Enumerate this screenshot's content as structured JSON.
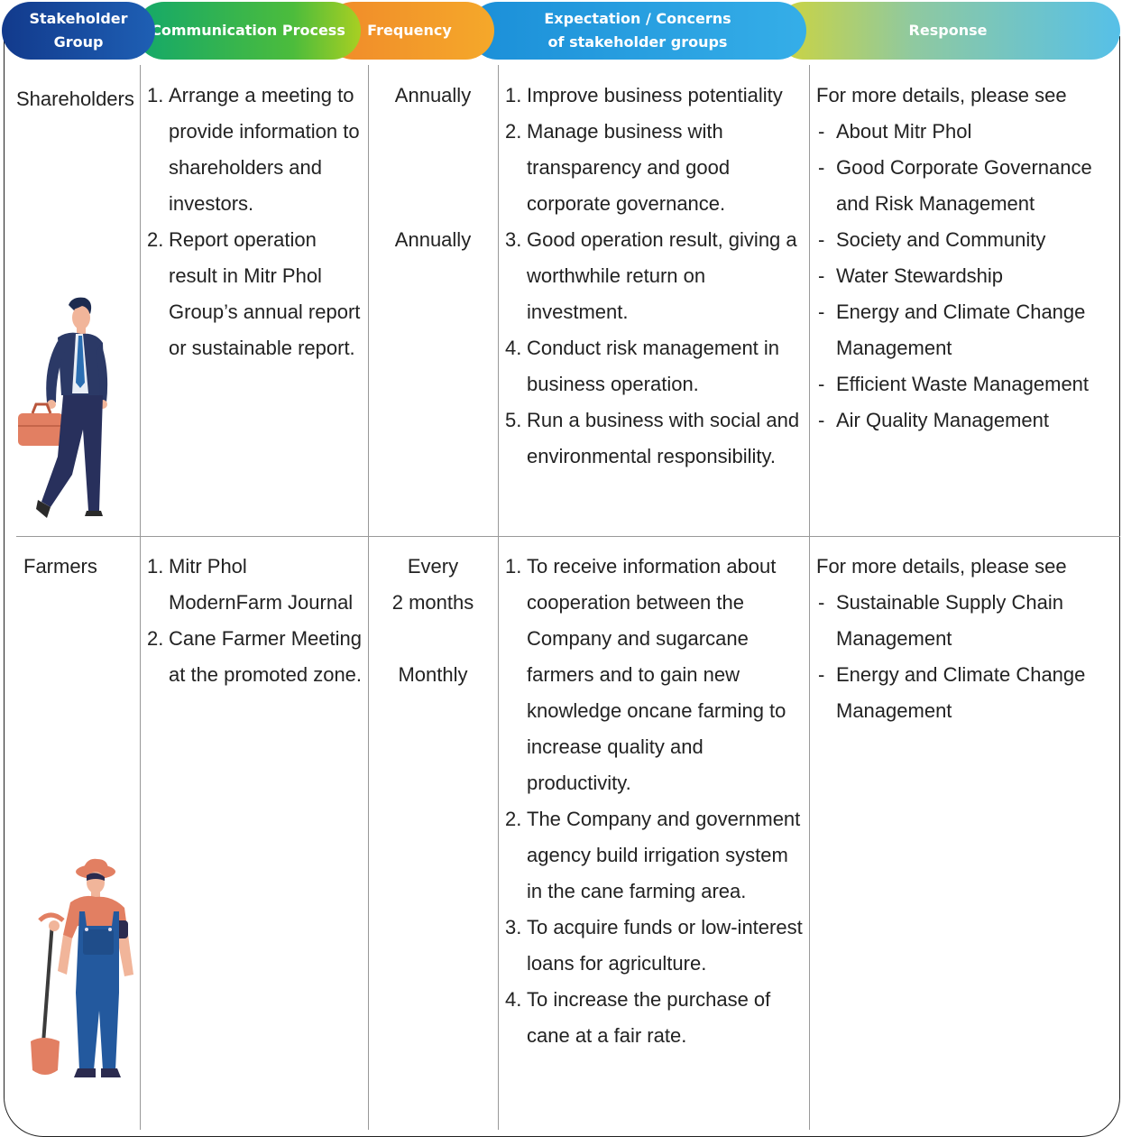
{
  "header": {
    "col1": "Stakeholder Group",
    "col2": "Communication Process",
    "col3": "Frequency",
    "col4": "Expectation / Concerns of stakeholder groups",
    "col5": "Response"
  },
  "rows": [
    {
      "group": "Shareholders",
      "process": [
        {
          "num": "1.",
          "text": "Arrange a meeting to provide information to shareholders and investors."
        },
        {
          "num": "2.",
          "text": "Report operation result in Mitr Phol Group’s annual report or sustainable report."
        }
      ],
      "frequency": [
        "Annually",
        "Annually"
      ],
      "expectations": [
        {
          "num": "1.",
          "text": "Improve business potentiality"
        },
        {
          "num": "2.",
          "text": "Manage business with transparency and good corporate governance."
        },
        {
          "num": "3.",
          "text": "Good operation result, giving a worthwhile return on investment."
        },
        {
          "num": "4.",
          "text": "Conduct risk management in business operation."
        },
        {
          "num": "5.",
          "text": "Run a business with social and environmental responsibility."
        }
      ],
      "response_intro": "For more details, please see",
      "response_items": [
        "About Mitr Phol",
        "Good Corporate Governance and Risk Management",
        "Society and Community",
        "Water Stewardship",
        "Energy and Climate Change Management",
        "Efficient Waste Management",
        "Air Quality Management"
      ]
    },
    {
      "group": "Farmers",
      "process": [
        {
          "num": "1.",
          "text": "Mitr Phol ModernFarm Journal"
        },
        {
          "num": "2.",
          "text": "Cane Farmer Meeting at the promoted zone."
        }
      ],
      "frequency": [
        "Every",
        "2 months",
        "Monthly"
      ],
      "expectations": [
        {
          "num": "1.",
          "text": "To receive information about cooperation between the Company and sugarcane farmers and to gain new knowledge oncane farming to increase quality and productivity."
        },
        {
          "num": "2.",
          "text": "The Company and government agency build irrigation system in the cane farming area."
        },
        {
          "num": "3.",
          "text": "To acquire funds or low-interest loans for agriculture."
        },
        {
          "num": "4.",
          "text": "To increase the purchase of cane at a fair rate."
        }
      ],
      "response_intro": "For more details, please see",
      "response_items": [
        "Sustainable Supply Chain Management",
        "Energy and Climate Change Management"
      ]
    }
  ],
  "icons": [
    "businessman-illustration",
    "farmer-illustration"
  ],
  "colors": {
    "header_group": "#1e5fb4",
    "header_process": "#4cbc3c",
    "header_frequency": "#f08a2a",
    "header_expectation": "#1b8fd8",
    "header_response": "#56c0e8"
  }
}
